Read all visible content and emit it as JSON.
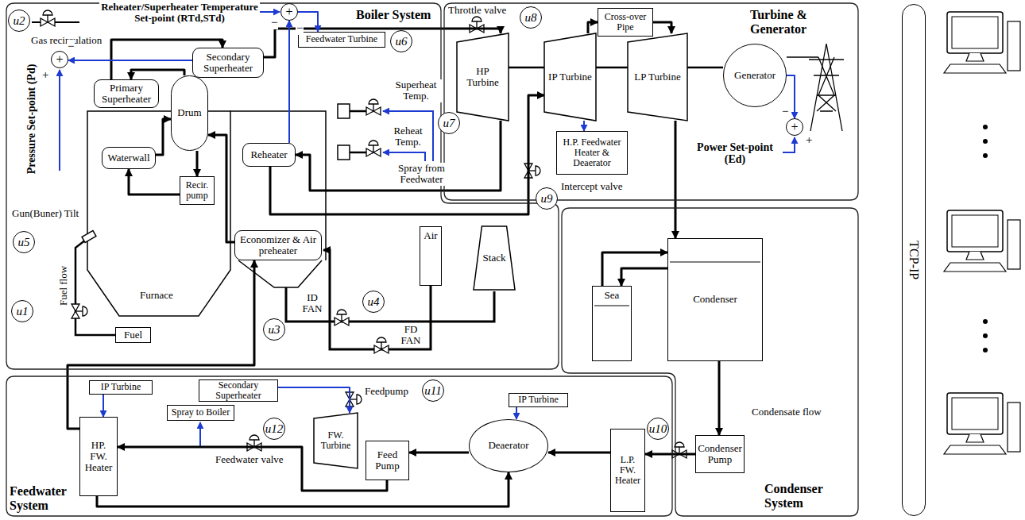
{
  "diagram": {
    "nodes": [
      {
        "text": [
          "Boiler System"
        ]
      },
      {
        "text": [
          "Secondary Superheater"
        ],
        "in": 0
      },
      {
        "text": [
          "Feedwater Turbine"
        ],
        "in": 0
      },
      {
        "text": [
          "Primary Superheater"
        ],
        "in": 0
      },
      {
        "text": [
          "Drum"
        ],
        "in": 0
      },
      {
        "text": [
          "Waterwall"
        ],
        "in": 0
      },
      {
        "text": [
          "Recir. pump"
        ],
        "in": 0
      },
      {
        "text": [
          "Reheater"
        ],
        "in": 0
      },
      {
        "text": [
          "Economizer & Air preheater"
        ],
        "in": 0
      },
      {
        "text": [
          "Fuel"
        ],
        "in": 0
      },
      {
        "text": [
          "Air"
        ],
        "in": 0
      },
      {
        "text": [
          "Stack"
        ],
        "in": 0
      },
      {
        "text": [
          "Turbine & Generator"
        ]
      },
      {
        "text": [
          "Cross-over Pipe"
        ],
        "in": 12
      },
      {
        "text": [
          "HP Turbine"
        ],
        "in": 12
      },
      {
        "text": [
          "IP Turbine"
        ],
        "in": 12
      },
      {
        "text": [
          "LP Turbine"
        ],
        "in": 12
      },
      {
        "text": [
          "Generator"
        ],
        "in": 12
      },
      {
        "text": [
          "H.P. Feedwater Heater & Deaerator"
        ],
        "in": 12
      },
      {
        "text": [
          "Condenser System"
        ]
      },
      {
        "text": [
          "Sea"
        ],
        "in": 19
      },
      {
        "text": [
          "Condenser"
        ],
        "in": 19
      },
      {
        "text": [
          "Condenser Pump"
        ],
        "in": 19
      },
      {
        "text": [
          "Feedwater System"
        ]
      },
      {
        "text": [
          "IP Turbine"
        ],
        "in": 23
      },
      {
        "text": [
          "Secondary Superheater"
        ],
        "in": 23
      },
      {
        "text": [
          "Spray to Boiler"
        ],
        "in": 23
      },
      {
        "text": [
          "HP. FW. Heater"
        ],
        "in": 23
      },
      {
        "text": [
          "FW. Turbine"
        ],
        "in": 23
      },
      {
        "text": [
          "Feed Pump"
        ],
        "in": 23
      },
      {
        "text": [
          "Deaerator"
        ],
        "in": 23
      },
      {
        "text": [
          "IP Turbine"
        ],
        "in": 23
      },
      {
        "text": [
          "L.P. FW. Heater"
        ],
        "in": 23
      },
      {
        "text": [
          "TCP-IP"
        ]
      },
      {
        "text": [
          "u1"
        ],
        "in": 0
      },
      {
        "text": [
          "u2"
        ],
        "in": 0
      },
      {
        "text": [
          "u3"
        ],
        "in": 0
      },
      {
        "text": [
          "u4"
        ],
        "in": 0
      },
      {
        "text": [
          "u5"
        ],
        "in": 0
      },
      {
        "text": [
          "u6"
        ],
        "in": 0
      },
      {
        "text": [
          "u7"
        ]
      },
      {
        "text": [
          "u8"
        ],
        "in": 12
      },
      {
        "text": [
          "u9"
        ]
      },
      {
        "text": [
          "u10"
        ],
        "in": 23
      },
      {
        "text": [
          "u11"
        ],
        "in": 23
      },
      {
        "text": [
          "u12"
        ],
        "in": 23
      },
      {
        "text": [
          "+"
        ],
        "in": 0
      },
      {
        "text": [
          "+"
        ],
        "in": 0
      },
      {
        "text": [
          "+"
        ],
        "in": 12
      }
    ],
    "edges": [
      {
        "from": 4,
        "to": 3,
        "arrow": "to"
      },
      {
        "from": 3,
        "to": 1,
        "arrow": "to"
      },
      {
        "from": 1,
        "to": 14,
        "arrow": "to"
      },
      {
        "from": 14,
        "to": 7,
        "arrow": "to"
      },
      {
        "from": 7,
        "to": 15,
        "arrow": "to"
      },
      {
        "from": 15,
        "to": 13,
        "arrow": "to"
      },
      {
        "from": 13,
        "to": 16,
        "arrow": "to"
      },
      {
        "from": 16,
        "to": 21,
        "arrow": "to"
      },
      {
        "from": 21,
        "to": 22,
        "arrow": "to"
      },
      {
        "from": 22,
        "to": 32,
        "arrow": "to"
      },
      {
        "from": 32,
        "to": 30,
        "arrow": "to"
      },
      {
        "from": 30,
        "to": 29,
        "arrow": "to"
      },
      {
        "from": 29,
        "to": 27,
        "arrow": "to"
      },
      {
        "from": 27,
        "to": 8,
        "arrow": "to"
      },
      {
        "from": 8,
        "to": 4,
        "arrow": "to"
      },
      {
        "from": 4,
        "to": 6,
        "arrow": "to"
      },
      {
        "from": 6,
        "to": 5,
        "arrow": "to"
      },
      {
        "from": 5,
        "to": 4,
        "arrow": "to"
      },
      {
        "from": 20,
        "to": 21,
        "arrow": "to"
      },
      {
        "from": 21,
        "to": 20,
        "arrow": "to"
      },
      {
        "from": 31,
        "to": 30,
        "arrow": "to"
      },
      {
        "from": 24,
        "to": 27,
        "arrow": "to"
      },
      {
        "from": 25,
        "to": 28,
        "arrow": "to"
      },
      {
        "from": 15,
        "to": 18,
        "arrow": "to"
      },
      {
        "from": 17,
        "to": 48,
        "arrow": "to"
      },
      {
        "from": 1,
        "to": 47,
        "arrow": "to"
      },
      {
        "from": 7,
        "to": 46,
        "arrow": "to"
      },
      {
        "from": 46,
        "to": 2,
        "arrow": "to"
      },
      {
        "from": 27,
        "to": 30,
        "arrow": "to"
      }
    ],
    "labels": [
      "Reheater/Superheater Temperature Set-point (RTd,STd)",
      "−",
      "−",
      "Gas recirculation",
      "+",
      "−",
      "Pressure Set-point (Pd)",
      "Gun(Buner) Tilt",
      "Fuel flow",
      "Furnace",
      "Superheat Temp.",
      "Reheat Temp.",
      "Spray from Feedwater",
      "Throttle valve",
      "Intercept valve",
      "−",
      "+",
      "Power Set-point (Ed)",
      "ID FAN",
      "FD FAN",
      "Condensate flow",
      "Feedpump",
      "Feedwater valve"
    ]
  }
}
